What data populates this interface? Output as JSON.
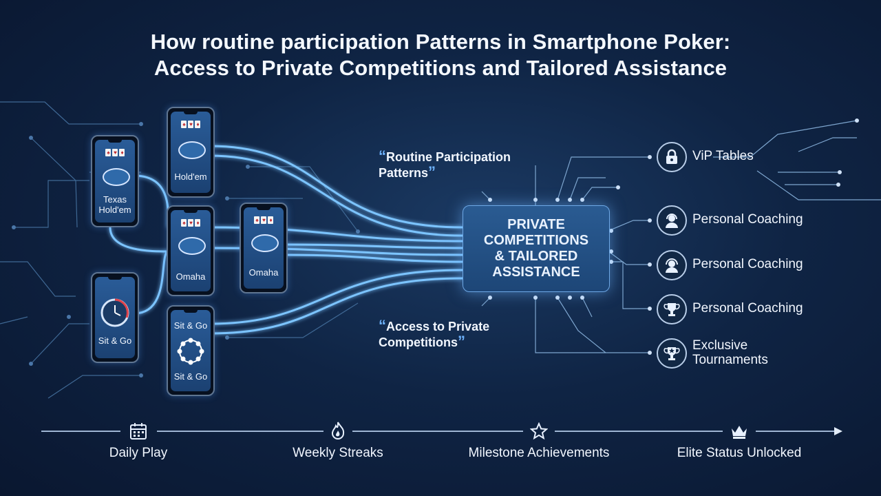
{
  "title": {
    "line1": "How routine participation Patterns in Smartphone Poker:",
    "line2": "Access to Private Competitions and Tailored Assistance"
  },
  "phones": [
    {
      "label": "Texas\nHold'em"
    },
    {
      "label": "Hold'em"
    },
    {
      "label": "Omaha"
    },
    {
      "label": "Omaha"
    },
    {
      "label": "Sit & Go"
    },
    {
      "label": "Sit & Go"
    }
  ],
  "center": {
    "label": "PRIVATE\nCOMPETITIONS\n& TAILORED\nASSISTANCE"
  },
  "quotes": {
    "top": "Routine Participation\nPatterns",
    "bottom": "Access to Private\nCompetitions"
  },
  "features": [
    {
      "label": "ViP Tables",
      "icon": "lock-icon"
    },
    {
      "label": "Personal Coaching",
      "icon": "coach-icon"
    },
    {
      "label": "Personal Coaching",
      "icon": "headset-icon"
    },
    {
      "label": "Personal Coaching",
      "icon": "trophy-icon"
    },
    {
      "label": "Exclusive\nTournaments",
      "icon": "trophy-star-icon"
    }
  ],
  "timeline": [
    {
      "label": "Daily Play",
      "icon": "calendar-icon"
    },
    {
      "label": "Weekly Streaks",
      "icon": "flame-icon"
    },
    {
      "label": "Milestone Achievements",
      "icon": "star-icon"
    },
    {
      "label": "Elite Status Unlocked",
      "icon": "crown-icon"
    }
  ],
  "colors": {
    "glow": "#7cc4ff",
    "accent": "#6fb4ff",
    "background": "#0f2444"
  }
}
